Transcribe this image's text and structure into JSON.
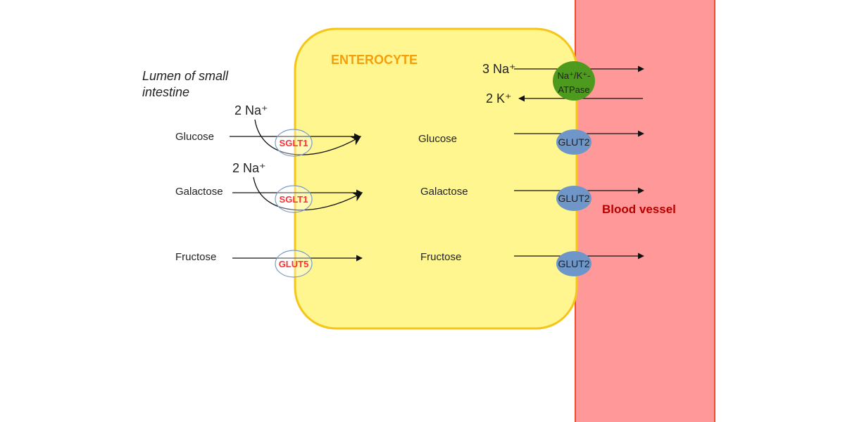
{
  "lumen_label": {
    "line1": "Lumen of small",
    "line2": "intestine"
  },
  "cell_label": "ENTEROCYTE",
  "vessel_label": "Blood vessel",
  "pump": {
    "line1": "Na⁺/K⁺-",
    "line2": "ATPase",
    "ion_out": "3 Na⁺",
    "ion_in": "2 K⁺"
  },
  "lumen_sugars": {
    "glucose": "Glucose",
    "galactose": "Galactose",
    "fructose": "Fructose"
  },
  "cell_sugars": {
    "glucose": "Glucose",
    "galactose": "Galactose",
    "fructose": "Fructose"
  },
  "cotransport_ions": {
    "glucose": "2 Na⁺",
    "galactose": "2 Na⁺"
  },
  "apical_transporters": {
    "glucose": "SGLT1",
    "galactose": "SGLT1",
    "fructose": "GLUT5"
  },
  "basolateral_transporters": {
    "glucose": "GLUT2",
    "galactose": "GLUT2",
    "fructose": "GLUT2"
  },
  "colors": {
    "cell_fill": "#fff68f",
    "cell_stroke": "#f5c518",
    "cell_label": "#f59e0b",
    "vessel_fill": "#ff9999",
    "vessel_stroke": "#f04e2a",
    "vessel_label": "#b80000",
    "pump_fill": "#4e9a1e",
    "glut2_fill": "#6e96c8",
    "apical_label": "#ff3030",
    "arrow": "#111111"
  }
}
